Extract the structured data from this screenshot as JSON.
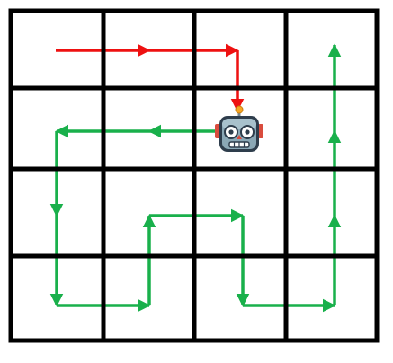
{
  "board": {
    "rows": 4,
    "cols": 4,
    "grid_color": "#000000",
    "background": "#ffffff"
  },
  "robot": {
    "icon": "robot-face-icon",
    "cell": [
      1,
      2
    ]
  },
  "paths": {
    "completed": {
      "color": "#ee1111",
      "cells": [
        [
          0,
          0
        ],
        [
          0,
          1
        ],
        [
          0,
          2
        ],
        [
          1,
          2
        ]
      ]
    },
    "planned": {
      "color": "#19b04b",
      "cells": [
        [
          1,
          2
        ],
        [
          1,
          1
        ],
        [
          1,
          0
        ],
        [
          2,
          0
        ],
        [
          3,
          0
        ],
        [
          3,
          1
        ],
        [
          2,
          1
        ],
        [
          2,
          2
        ],
        [
          3,
          2
        ],
        [
          3,
          3
        ],
        [
          2,
          3
        ],
        [
          1,
          3
        ],
        [
          0,
          3
        ]
      ]
    }
  }
}
